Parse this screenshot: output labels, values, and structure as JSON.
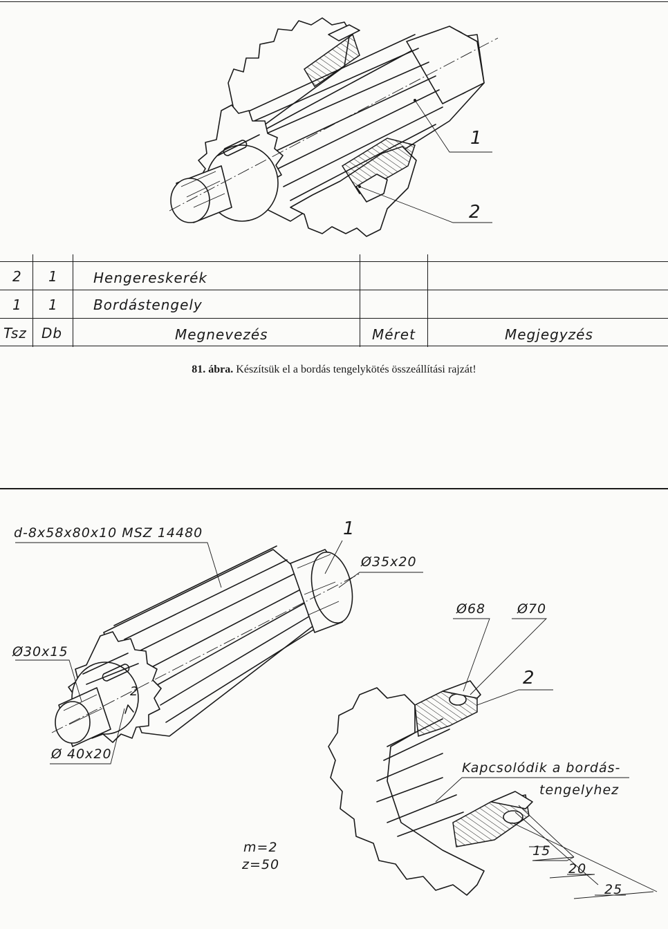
{
  "parts_list": {
    "rows": [
      {
        "tsz": "2",
        "db": "1",
        "name": "Hengereskerék",
        "size": "",
        "note": ""
      },
      {
        "tsz": "1",
        "db": "1",
        "name": "Bordástengely",
        "size": "",
        "note": ""
      }
    ],
    "header": {
      "tsz": "Tsz",
      "db": "Db",
      "name": "Megnevezés",
      "size": "Méret",
      "note": "Megjegyzés"
    }
  },
  "caption": {
    "number": "81. ábra.",
    "text": "Készítsük el a bordás tengelykötés összeállítási rajzát!"
  },
  "assembly_labels": {
    "part1": "1",
    "part2": "2"
  },
  "detail_labels": {
    "spline_spec": "d-8x58x80x10 MSZ 14480",
    "part1": "1",
    "dia_right": "Ø35x20",
    "dia_left": "Ø30x15",
    "dia_shoulder": "Ø 40x20",
    "key_mark": "2",
    "dia_68": "Ø68",
    "dia_70": "Ø70",
    "part2": "2",
    "note_line1": "Kapcsolódik a bordás-",
    "note_line2": "tengelyhez",
    "dim_15": "15",
    "dim_20": "20",
    "dim_25": "25",
    "module": "m=2",
    "teeth": "z=50"
  }
}
